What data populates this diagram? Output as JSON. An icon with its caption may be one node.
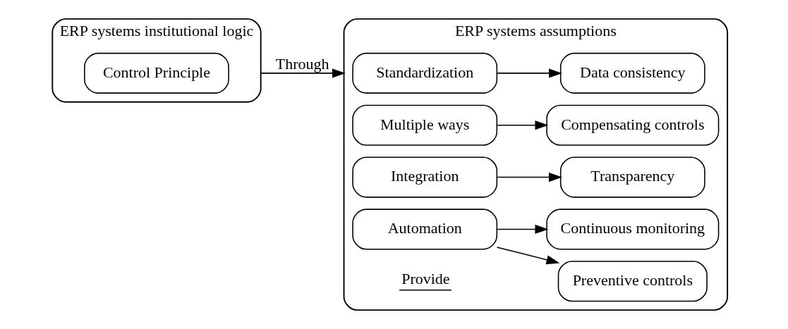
{
  "diagram": {
    "nodes": [
      {
        "text": [
          "ERP systems institutional logic"
        ]
      },
      {
        "text": [
          "Control Principle"
        ],
        "in": 0
      },
      {
        "text": [
          "ERP systems assumptions"
        ]
      },
      {
        "text": [
          "Standardization"
        ],
        "in": 2
      },
      {
        "text": [
          "Data consistency"
        ],
        "in": 2
      },
      {
        "text": [
          "Multiple ways"
        ],
        "in": 2
      },
      {
        "text": [
          "Compensating controls"
        ],
        "in": 2
      },
      {
        "text": [
          "Integration"
        ],
        "in": 2
      },
      {
        "text": [
          "Transparency"
        ],
        "in": 2
      },
      {
        "text": [
          "Automation"
        ],
        "in": 2
      },
      {
        "text": [
          "Preventive controls"
        ],
        "in": 2
      },
      {
        "text": [
          "Continuous monitoring"
        ],
        "in": 2
      }
    ],
    "edges": [
      {
        "from": 0,
        "to": 2,
        "arrow": "to",
        "label": "Through"
      },
      {
        "from": 3,
        "to": 4,
        "arrow": "to"
      },
      {
        "from": 5,
        "to": 6,
        "arrow": "to"
      },
      {
        "from": 7,
        "to": 8,
        "arrow": "to"
      },
      {
        "from": 9,
        "to": 10,
        "arrow": "to"
      },
      {
        "from": 9,
        "to": 11,
        "arrow": "to"
      }
    ],
    "legend": [
      {
        "text": "Provide"
      }
    ]
  }
}
